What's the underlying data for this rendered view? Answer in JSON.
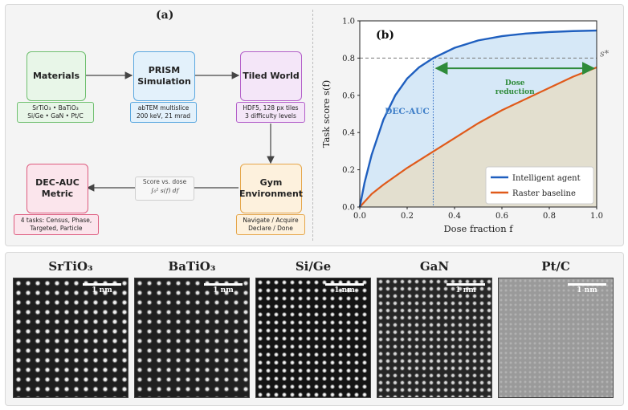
{
  "panel_a": {
    "label": "(a)",
    "nodes": {
      "materials": "Materials",
      "prism": "PRISM Simulation",
      "tiled": "Tiled World",
      "gym": "Gym Environment",
      "decauc": "DEC-AUC Metric"
    },
    "captions": {
      "materials": [
        "SrTiO₃ • BaTiO₃",
        "Si/Ge • GaN • Pt/C"
      ],
      "prism": [
        "abTEM multislice",
        "200 keV, 21 mrad"
      ],
      "tiled": [
        "HDF5, 128 px tiles",
        "3 difficulty levels"
      ],
      "gym": [
        "Navigate / Acquire",
        "Declare / Done"
      ],
      "decauc": [
        "4 tasks: Census, Phase,",
        "Targeted, Particle"
      ]
    },
    "formula_label": "Score vs. dose",
    "formula": "∫₀¹ s(f) df"
  },
  "panel_b": {
    "label": "(b)",
    "s_star_label": "s*",
    "dec_auc_label": "DEC-AUC",
    "dose_reduction_label": [
      "Dose",
      "reduction"
    ],
    "legend_position": "bottom-right",
    "colors": {
      "agent": "#1f5fbf",
      "raster": "#e05a1a",
      "fill_agent": "#d6e8f7",
      "fill_raster": "#e3dfcf",
      "arrow": "#2e8b3a"
    }
  },
  "chart_data": {
    "type": "line",
    "xlabel": "Dose fraction f",
    "ylabel": "Task score s(f)",
    "xlim": [
      0,
      1
    ],
    "ylim": [
      0,
      1
    ],
    "xticks": [
      "0.0",
      "0.2",
      "0.4",
      "0.6",
      "0.8",
      "1.0"
    ],
    "yticks": [
      "0.0",
      "0.2",
      "0.4",
      "0.6",
      "0.8",
      "1.0"
    ],
    "s_star": 0.8,
    "series": [
      {
        "name": "Intelligent agent",
        "x": [
          0,
          0.02,
          0.05,
          0.1,
          0.15,
          0.2,
          0.25,
          0.31,
          0.4,
          0.5,
          0.6,
          0.7,
          0.8,
          0.9,
          1.0
        ],
        "y": [
          0,
          0.13,
          0.28,
          0.47,
          0.6,
          0.69,
          0.75,
          0.8,
          0.855,
          0.895,
          0.918,
          0.932,
          0.94,
          0.945,
          0.948
        ]
      },
      {
        "name": "Raster baseline",
        "x": [
          0,
          0.05,
          0.1,
          0.2,
          0.3,
          0.4,
          0.5,
          0.6,
          0.7,
          0.8,
          0.9,
          1.0
        ],
        "y": [
          0,
          0.07,
          0.12,
          0.21,
          0.29,
          0.37,
          0.45,
          0.52,
          0.58,
          0.64,
          0.7,
          0.75
        ]
      }
    ],
    "agent_reaches_s_star_at": 0.31,
    "raster_reaches_s_star_at": 1.0
  },
  "materials_row": {
    "scale_label": "1 nm",
    "items": [
      {
        "title": "SrTiO₃"
      },
      {
        "title": "BaTiO₃"
      },
      {
        "title": "Si/Ge"
      },
      {
        "title": "GaN"
      },
      {
        "title": "Pt/C"
      }
    ]
  }
}
